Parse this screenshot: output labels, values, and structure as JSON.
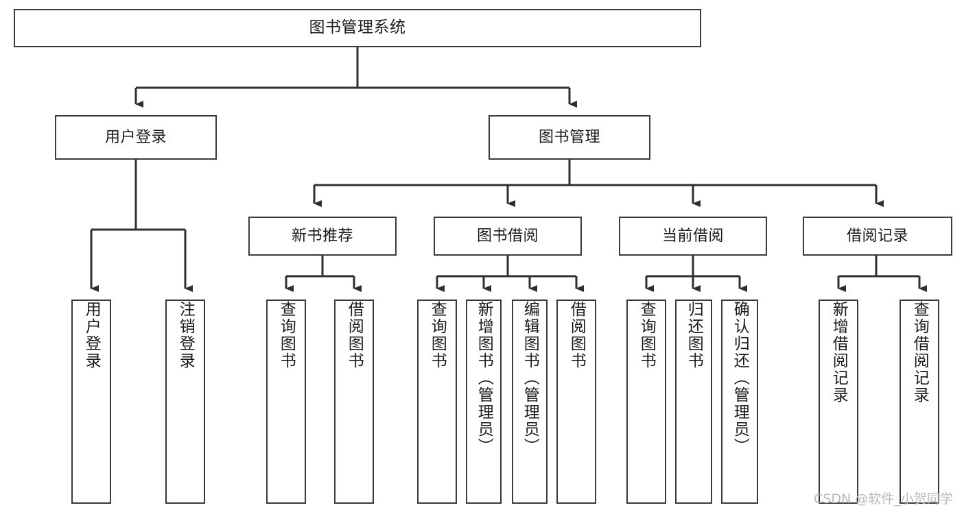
{
  "diagram": {
    "type": "hierarchy-tree",
    "title": "图书管理系统",
    "watermark": "CSDN @软件_小贺同学",
    "colors": {
      "stroke": "#3a3a3a",
      "fill": "#ffffff",
      "text": "#1a1a1a",
      "watermark": "#b9b9b9"
    },
    "nodes": {
      "root": {
        "label": "图书管理系统"
      },
      "level2": [
        {
          "label": "用户登录"
        },
        {
          "label": "图书管理"
        }
      ],
      "level3": [
        {
          "label": "新书推荐"
        },
        {
          "label": "图书借阅"
        },
        {
          "label": "当前借阅"
        },
        {
          "label": "借阅记录"
        }
      ],
      "leaves": {
        "user_login": [
          {
            "label": "用户登录"
          },
          {
            "label": "注销登录"
          }
        ],
        "new_book": [
          {
            "label": "查询图书"
          },
          {
            "label": "借阅图书"
          }
        ],
        "book_borrow": [
          {
            "label": "查询图书"
          },
          {
            "label": "新增图书（管理员）"
          },
          {
            "label": "编辑图书（管理员）"
          },
          {
            "label": "借阅图书"
          }
        ],
        "current_borrow": [
          {
            "label": "查询图书"
          },
          {
            "label": "归还图书"
          },
          {
            "label": "确认归还（管理员）"
          }
        ],
        "borrow_record": [
          {
            "label": "新增借阅记录"
          },
          {
            "label": "查询借阅记录"
          }
        ]
      }
    }
  }
}
